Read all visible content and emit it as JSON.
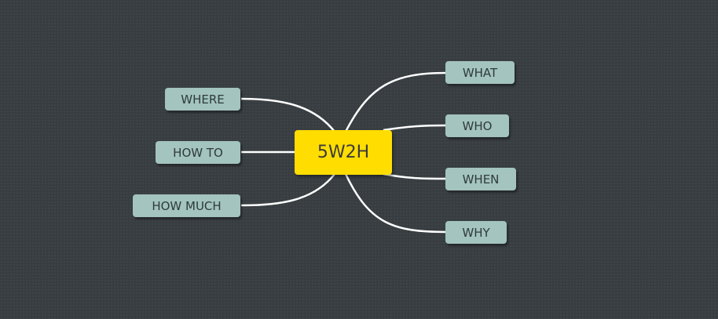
{
  "diagram": {
    "central_topic": "5W2H",
    "right_branches": [
      "WHAT",
      "WHO",
      "WHEN",
      "WHY"
    ],
    "left_branches": [
      "WHERE",
      "HOW TO",
      "HOW MUCH"
    ]
  },
  "colors": {
    "background": "#373d40",
    "central_fill": "#ffdd00",
    "topic_fill": "#a3c4bf",
    "connector": "#ffffff"
  }
}
